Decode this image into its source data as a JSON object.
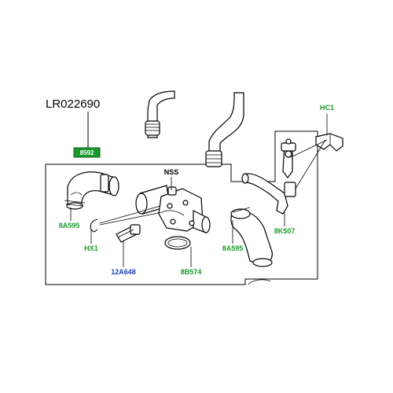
{
  "diagram": {
    "part_number": "LR022690",
    "highlight_label": "8592",
    "labels": {
      "nss": "NSS",
      "hc1": "HC1",
      "a595_left": "8A595",
      "hx1": "HX1",
      "a648": "12A648",
      "b574": "8B574",
      "a595_right": "8A595",
      "k507": "8K507"
    },
    "colors": {
      "green_label": "#1a9a2a",
      "blue_label": "#1a3fb0",
      "highlight_bg": "#1a9a2a"
    }
  }
}
